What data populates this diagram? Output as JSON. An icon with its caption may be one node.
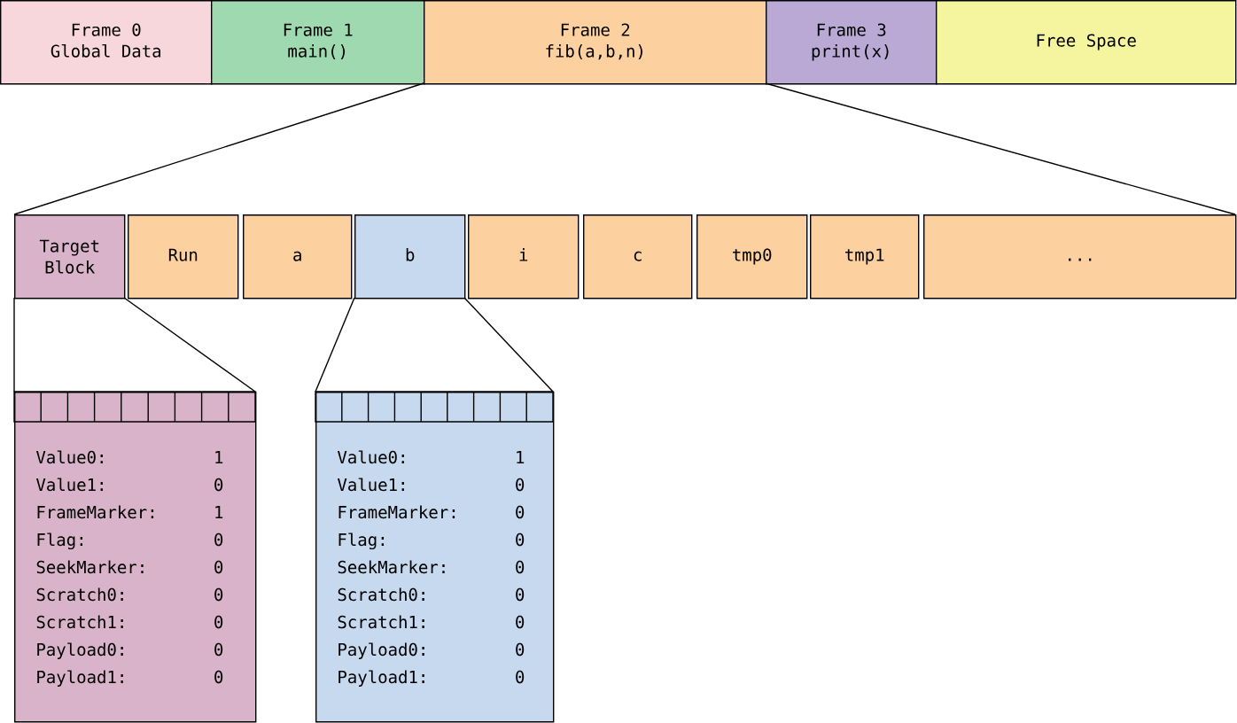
{
  "diagram": {
    "nodes": [
      {
        "text": [
          "Frame 0",
          "Global Data"
        ]
      },
      {
        "text": [
          "Frame 1",
          "main()"
        ]
      },
      {
        "text": [
          "Frame 2",
          "fib(a,b,n)"
        ]
      },
      {
        "text": [
          "Frame 3",
          "print(x)"
        ]
      },
      {
        "text": [
          "Free Space"
        ]
      },
      {
        "text": [
          "Target Block"
        ]
      },
      {
        "text": [
          "Run"
        ]
      },
      {
        "text": [
          "a"
        ]
      },
      {
        "text": [
          "b"
        ]
      },
      {
        "text": [
          "i"
        ]
      },
      {
        "text": [
          "c"
        ]
      },
      {
        "text": [
          "tmp0"
        ]
      },
      {
        "text": [
          "tmp1"
        ]
      },
      {
        "text": [
          "..."
        ]
      },
      {
        "text": [
          "Value0:",
          "1",
          "Value1:",
          "0",
          "FrameMarker:",
          "1",
          "Flag:",
          "0",
          "SeekMarker:",
          "0",
          "Scratch0:",
          "0",
          "Scratch1:",
          "0",
          "Payload0:",
          "0",
          "Payload1:",
          "0"
        ]
      },
      {
        "text": [
          "Value0:",
          "1",
          "Value1:",
          "0",
          "FrameMarker:",
          "0",
          "Flag:",
          "0",
          "SeekMarker:",
          "0",
          "Scratch0:",
          "0",
          "Scratch1:",
          "0",
          "Payload0:",
          "0",
          "Payload1:",
          "0"
        ]
      }
    ],
    "edges": [
      {
        "from": 2,
        "to": 5,
        "arrow": "none"
      },
      {
        "from": 2,
        "to": 13,
        "arrow": "none"
      },
      {
        "from": 5,
        "to": 14,
        "arrow": "none"
      },
      {
        "from": 5,
        "to": 14,
        "arrow": "none"
      },
      {
        "from": 8,
        "to": 15,
        "arrow": "none"
      },
      {
        "from": 8,
        "to": 15,
        "arrow": "none"
      }
    ]
  }
}
